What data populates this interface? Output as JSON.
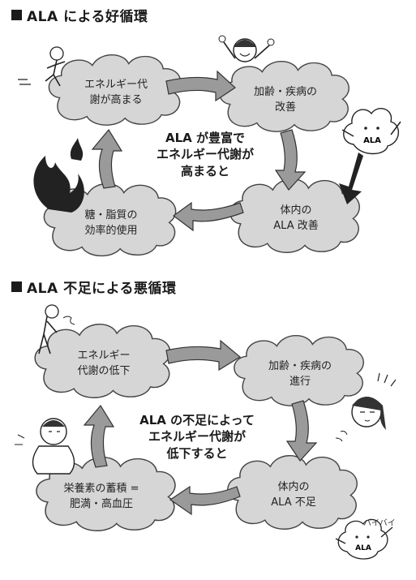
{
  "section1": {
    "title": "ALA による好循環",
    "center": "ALA が豊富で\nエネルギー代謝が\n高まると",
    "nodes": [
      "エネルギー代\n謝が高まる",
      "加齢・疾病の\n改善",
      "体内の\nALA 改善",
      "糖・脂質の\n効率的使用"
    ],
    "mascot_label": "ALA"
  },
  "section2": {
    "title": "ALA 不足による悪循環",
    "center": "ALA の不足によって\nエネルギー代謝が\n低下すると",
    "nodes": [
      "エネルギー\n代謝の低下",
      "加齢・疾病の\n進行",
      "体内の\nALA 不足",
      "栄養素の蓄積 =\n肥満・高血圧"
    ],
    "mascot_label": "ALA",
    "bye_text": "バイバイ"
  },
  "colors": {
    "cloud_fill": "#d6d6d6",
    "arrow_fill": "#9a9a9a",
    "ink": "#1a1a1a"
  }
}
